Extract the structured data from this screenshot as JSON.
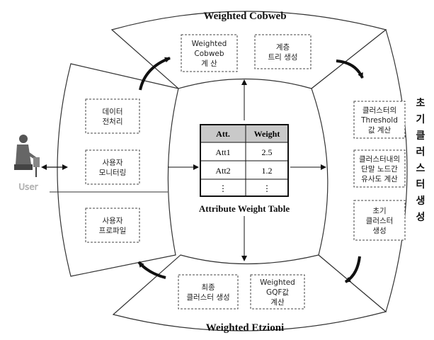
{
  "sections": {
    "top": {
      "title": "Weighted Cobweb"
    },
    "bottom": {
      "title": "Weighted Etzioni"
    },
    "right": {
      "vertical_title": [
        "초",
        "기",
        "클",
        "러",
        "스",
        "터",
        "생",
        "성"
      ]
    }
  },
  "boxes": {
    "cobweb_calc": [
      "Weighted",
      "Cobweb",
      "계 산"
    ],
    "hier_tree": [
      "계층",
      "트리 생성"
    ],
    "preprocess": [
      "데이터",
      "전처리"
    ],
    "monitoring": [
      "사용자",
      "모니터링"
    ],
    "profile": [
      "사용자",
      "프로파일"
    ],
    "threshold": [
      "클러스터의",
      "Threshold",
      "값 계산"
    ],
    "similarity": [
      "클러스터내의",
      "단말 노드간",
      "유사도 계산"
    ],
    "initial_cluster": [
      "초기",
      "클러스터",
      "생성"
    ],
    "final_cluster": [
      "최종",
      "클러스터 생성"
    ],
    "gqf": [
      "Weighted",
      "GQF값",
      "계산"
    ]
  },
  "table": {
    "headers": [
      "Att.",
      "Weight"
    ],
    "rows": [
      [
        "Att1",
        "2.5"
      ],
      [
        "Att2",
        "1.2"
      ],
      [
        "⋮",
        "⋮"
      ]
    ],
    "caption": "Attribute Weight Table"
  },
  "user": {
    "label": "User"
  }
}
